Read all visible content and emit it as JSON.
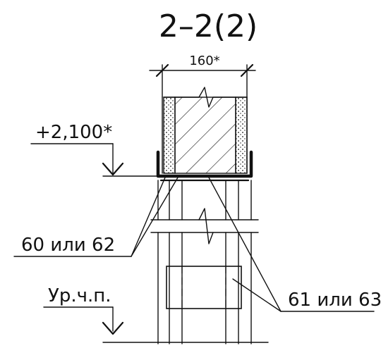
{
  "section_title": "2–2(2)",
  "dimension_width": "160*",
  "elevation_mark": "+2,100*",
  "callout_left": "60 или 62",
  "callout_right": "61 или 63",
  "ground_level_label": "Ур.ч.п."
}
